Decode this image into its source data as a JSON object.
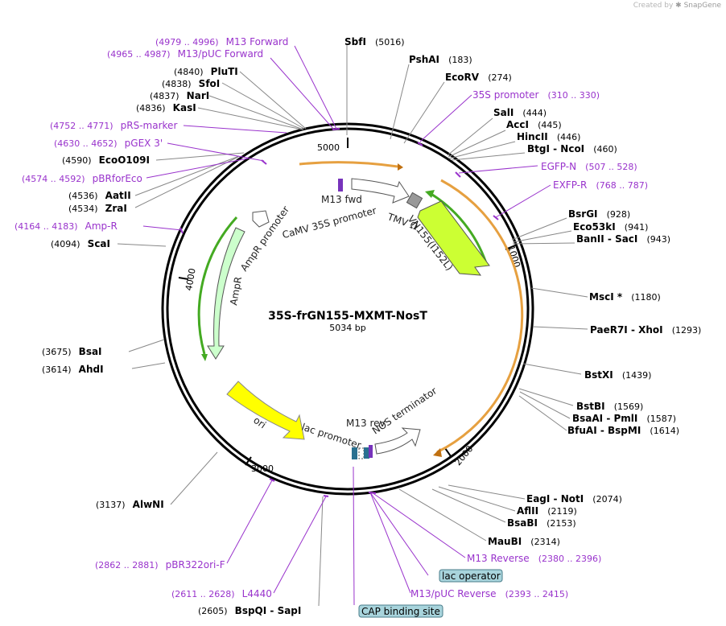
{
  "watermark": {
    "prefix": "Created by",
    "brand": "SnapGene"
  },
  "plasmid": {
    "name": "35S-frGN155-MXMT-NosT",
    "length_label": "5034 bp"
  },
  "ticks": [
    "1000",
    "2000",
    "3000",
    "4000",
    "5000"
  ],
  "enzymes": [
    {
      "name": "SbfI",
      "pos": "(5016)"
    },
    {
      "name": "PshAI",
      "pos": "(183)"
    },
    {
      "name": "EcoRV",
      "pos": "(274)"
    },
    {
      "name": "SalI",
      "pos": "(444)"
    },
    {
      "name": "AccI",
      "pos": "(445)"
    },
    {
      "name": "HincII",
      "pos": "(446)"
    },
    {
      "name": "BtgI",
      "name2": "NcoI",
      "pos": "(460)"
    },
    {
      "name": "BsrGI",
      "pos": "(928)"
    },
    {
      "name": "Eco53kI",
      "pos": "(941)"
    },
    {
      "name": "BanII",
      "name2": "SacI",
      "pos": "(943)"
    },
    {
      "name": "MscI *",
      "pos": "(1180)"
    },
    {
      "name": "PaeR7I",
      "name2": "XhoI",
      "pos": "(1293)"
    },
    {
      "name": "BstXI",
      "pos": "(1439)"
    },
    {
      "name": "BstBI",
      "pos": "(1569)"
    },
    {
      "name": "BsaAI",
      "name2": "PmlI",
      "pos": "(1587)"
    },
    {
      "name": "BfuAI",
      "name2": "BspMI",
      "pos": "(1614)"
    },
    {
      "name": "EagI",
      "name2": "NotI",
      "pos": "(2074)"
    },
    {
      "name": "AflII",
      "pos": "(2119)"
    },
    {
      "name": "BsaBI",
      "pos": "(2153)"
    },
    {
      "name": "MauBI",
      "pos": "(2314)"
    },
    {
      "name": "BspQI",
      "name2": "SapI",
      "pos": "(2605)"
    },
    {
      "name": "AlwNI",
      "pos": "(3137)"
    },
    {
      "name": "AhdI",
      "pos": "(3614)"
    },
    {
      "name": "BsaI",
      "pos": "(3675)"
    },
    {
      "name": "ScaI",
      "pos": "(4094)"
    },
    {
      "name": "ZraI",
      "pos": "(4534)"
    },
    {
      "name": "AatII",
      "pos": "(4536)"
    },
    {
      "name": "EcoO109I",
      "pos": "(4590)"
    },
    {
      "name": "KasI",
      "pos": "(4836)"
    },
    {
      "name": "NarI",
      "pos": "(4837)"
    },
    {
      "name": "SfoI",
      "pos": "(4838)"
    },
    {
      "name": "PluTI",
      "pos": "(4840)"
    }
  ],
  "primers": [
    {
      "name": "M13 Forward",
      "pos": "(4979 .. 4996)"
    },
    {
      "name": "M13/pUC Forward",
      "pos": "(4965 .. 4987)"
    },
    {
      "name": "35S promoter",
      "pos": "(310 .. 330)"
    },
    {
      "name": "EGFP-N",
      "pos": "(507 .. 528)"
    },
    {
      "name": "EXFP-R",
      "pos": "(768 .. 787)"
    },
    {
      "name": "pRS-marker",
      "pos": "(4752 .. 4771)"
    },
    {
      "name": "pGEX 3'",
      "pos": "(4630 .. 4652)"
    },
    {
      "name": "pBRforEco",
      "pos": "(4574 .. 4592)"
    },
    {
      "name": "Amp-R",
      "pos": "(4164 .. 4183)"
    },
    {
      "name": "M13 Reverse",
      "pos": "(2380 .. 2396)"
    },
    {
      "name": "M13/pUC Reverse",
      "pos": "(2393 .. 2415)"
    },
    {
      "name": "pBR322ori-F",
      "pos": "(2862 .. 2881)"
    },
    {
      "name": "L4440",
      "pos": "(2611 .. 2628)"
    }
  ],
  "boxed_features": [
    "lac operator",
    "CAP binding site"
  ],
  "map_features": {
    "m13_fwd": "M13 fwd",
    "camv": "CaMV 35S promoter",
    "tmv": "TMV Ω",
    "vn155": "VN155(I152L)",
    "ampr_promoter": "AmpR promoter",
    "ampr": "AmpR",
    "ori": "ori",
    "lac_promoter": "lac promoter",
    "m13_rev": "M13 rev",
    "nos": "NOS terminator"
  },
  "colors": {
    "feature_label": "#9933cc",
    "ori": "#ffff00",
    "ampr": "#ccffcc",
    "vn155": "#ccff33",
    "cds_outline": "#e6a040",
    "green_arc": "#44aa22"
  }
}
